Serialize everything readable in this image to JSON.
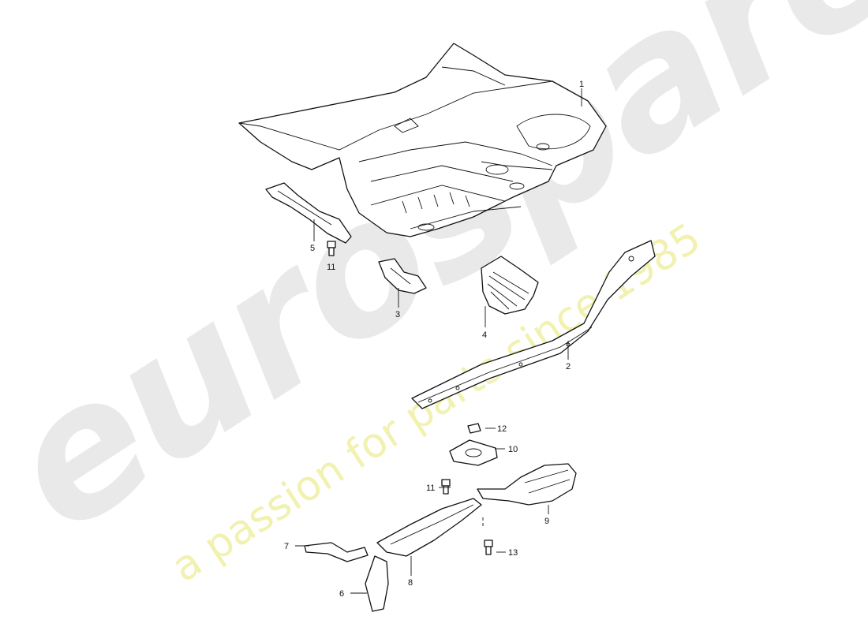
{
  "watermark": {
    "brand": "eurospares",
    "slogan": "a passion for parts since 1985",
    "brand_color": "#e9e9e9",
    "slogan_color": "#f1f1b0"
  },
  "callouts": [
    "1",
    "2",
    "3",
    "4",
    "5",
    "11",
    "12",
    "10",
    "11",
    "9",
    "13",
    "7",
    "8",
    "6"
  ]
}
